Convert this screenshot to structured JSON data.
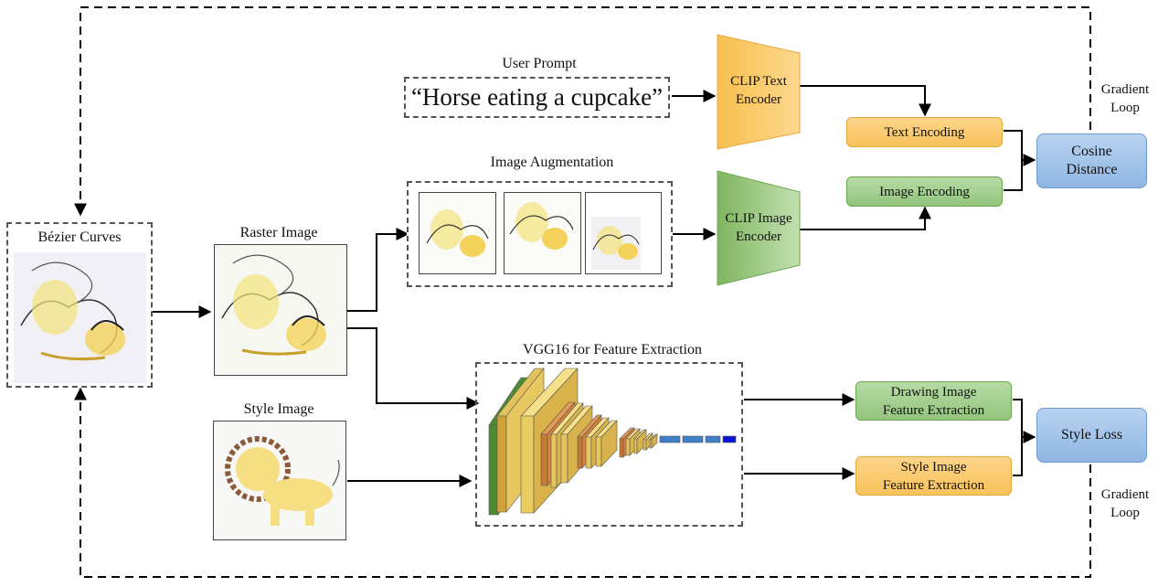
{
  "labels": {
    "bezier": "Bézier Curves",
    "raster": "Raster Image",
    "style_image": "Style Image",
    "user_prompt": "User Prompt",
    "prompt_text": "“Horse eating a cupcake”",
    "augmentation": "Image Augmentation",
    "vgg": "VGG16 for Feature Extraction",
    "clip_text_1": "CLIP Text",
    "clip_text_2": "Encoder",
    "clip_image_1": "CLIP Image",
    "clip_image_2": "Encoder",
    "text_encoding": "Text Encoding",
    "image_encoding": "Image Encoding",
    "cosine_1": "Cosine",
    "cosine_2": "Distance",
    "drawing_fe_1": "Drawing Image",
    "drawing_fe_2": "Feature Extraction",
    "style_fe_1": "Style Image",
    "style_fe_2": "Feature Extraction",
    "style_loss": "Style Loss",
    "gradient_top_1": "Gradient",
    "gradient_top_2": "Loop",
    "gradient_bottom_1": "Gradient",
    "gradient_bottom_2": "Loop"
  },
  "colors": {
    "orange": "#f8c25a",
    "green": "#93c47d",
    "blue": "#8fb6e3",
    "vgg_dark_green": "#5a9a3c",
    "vgg_gold": "#d8b24c",
    "vgg_yellow": "#f7df7a",
    "vgg_orange": "#d9823a",
    "vgg_blue": "#3f7fc8"
  }
}
